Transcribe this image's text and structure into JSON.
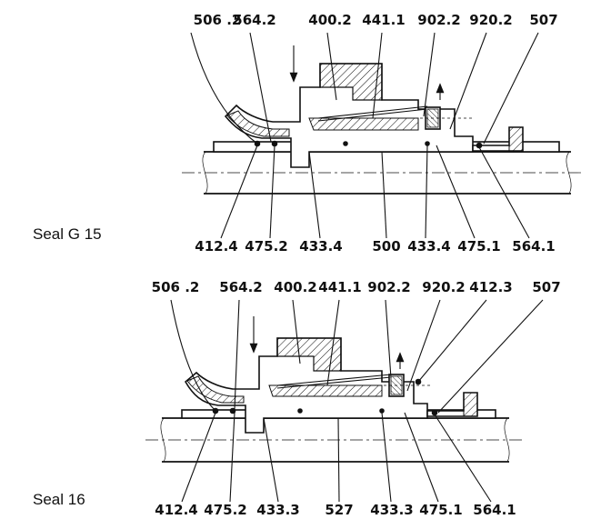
{
  "seal_g15": {
    "caption": "Seal G 15",
    "top_labels": [
      "506 .2",
      "564.2",
      "400.2",
      "441.1",
      "902.2",
      "920.2",
      "507"
    ],
    "bottom_labels": [
      "412.4",
      "475.2",
      "433.4",
      "500",
      "433.4",
      "475.1",
      "564.1"
    ]
  },
  "seal_16": {
    "caption": "Seal 16",
    "top_labels": [
      "506 .2",
      "564.2",
      "400.2",
      "441.1",
      "902.2",
      "920.2",
      "412.3",
      "507"
    ],
    "bottom_labels": [
      "412.4",
      "475.2",
      "433.3",
      "527",
      "433.3",
      "475.1",
      "564.1"
    ]
  }
}
